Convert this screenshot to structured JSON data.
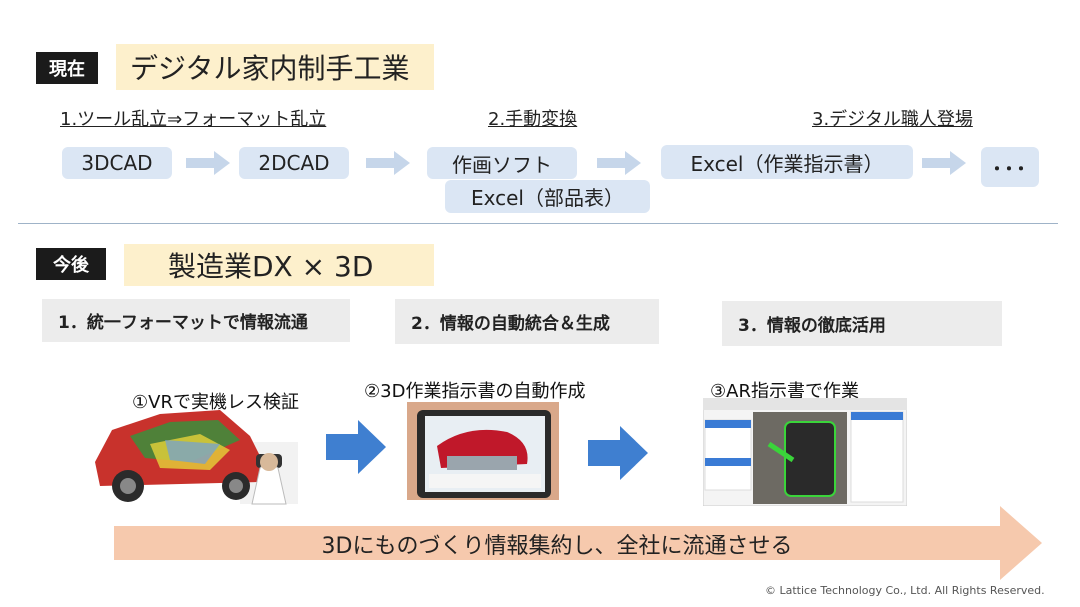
{
  "current": {
    "tag": "現在",
    "title": "デジタル家内制手工業",
    "steps": [
      "1.ツール乱立⇒フォーマット乱立",
      "2.手動変換",
      "3.デジタル職人登場"
    ],
    "flow": [
      "3DCAD",
      "2DCAD",
      "作画ソフト",
      "Excel（部品表）",
      "Excel（作業指示書）",
      "･･･"
    ]
  },
  "future": {
    "tag": "今後",
    "title": "製造業DX × 3D",
    "points": [
      "1．統一フォーマットで情報流通",
      "2．情報の自動統合＆生成",
      "3．情報の徹底活用"
    ],
    "captions": [
      "①VRで実機レス検証",
      "②3D作業指示書の自動作成",
      "③AR指示書で作業"
    ],
    "banner": "3Dにものづくり情報集約し、全社に流通させる"
  },
  "footer": "© Lattice Technology Co., Ltd. All Rights Reserved.",
  "colors": {
    "pill": "#dbe6f4",
    "arrow_light": "#c6d6ea",
    "arrow_blue": "#3f7fd0",
    "banner": "#f6c9ad",
    "title_bg": "#fdf0cc"
  }
}
